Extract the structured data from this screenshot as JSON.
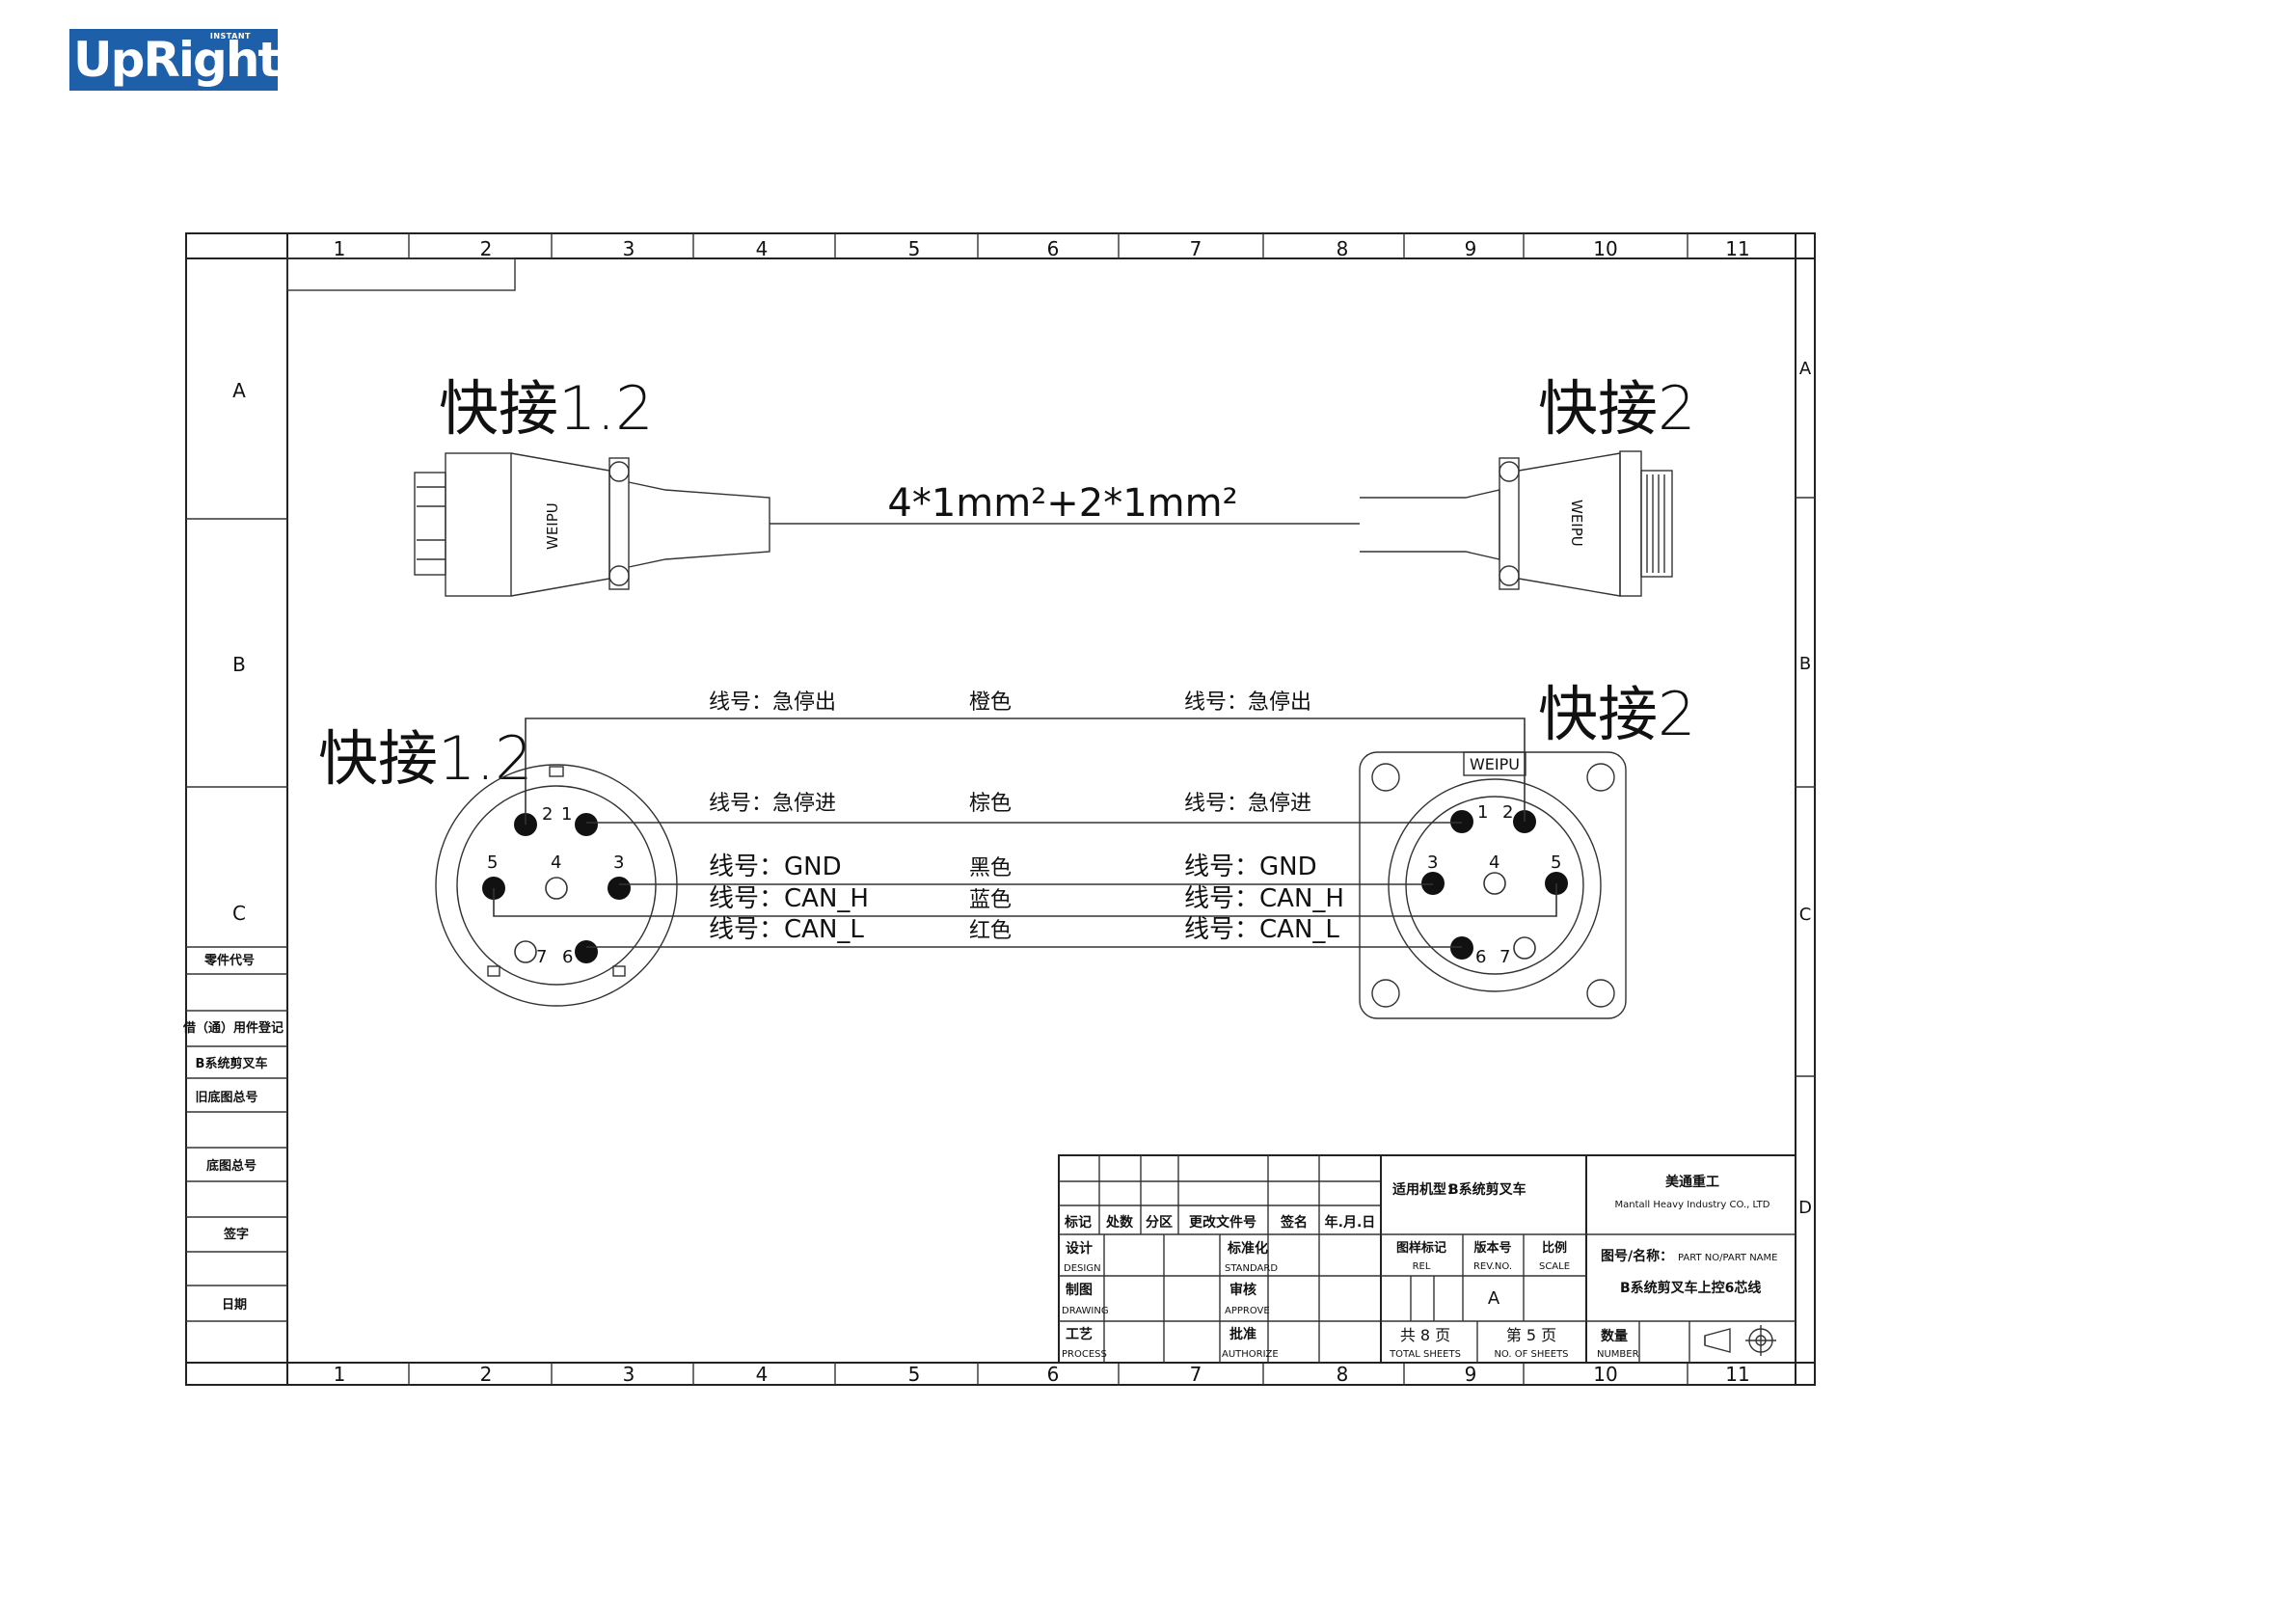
{
  "logo": {
    "brand": "UpRight",
    "superscript": "INSTANT"
  },
  "border": {
    "columns": [
      "1",
      "2",
      "3",
      "4",
      "5",
      "6",
      "7",
      "8",
      "9",
      "10",
      "11"
    ],
    "rows": [
      "A",
      "B",
      "C",
      "D"
    ]
  },
  "side_table": [
    "零件代号",
    "借（通）用件登记",
    "B系统剪叉车",
    "旧底图总号",
    "底图总号",
    "签字",
    "日期"
  ],
  "top_view": {
    "left_label": "快接1.2",
    "right_label": "快接2",
    "cable_spec": "4*1mm²+2*1mm²",
    "brand_mark": "WEIPU"
  },
  "wiring": {
    "left_label": "快接1.2",
    "right_label": "快接2",
    "brand_mark": "WEIPU",
    "left_pins": [
      "1",
      "2",
      "3",
      "4",
      "5",
      "6",
      "7"
    ],
    "right_pins": [
      "1",
      "2",
      "3",
      "4",
      "5",
      "6",
      "7"
    ],
    "wires": [
      {
        "left_name": "线号：急停出",
        "color": "橙色",
        "right_name": "线号：急停出"
      },
      {
        "left_name": "线号：急停进",
        "color": "棕色",
        "right_name": "线号：急停进"
      },
      {
        "left_name": "线号：GND",
        "color": "黑色",
        "right_name": "线号：GND"
      },
      {
        "left_name": "线号：CAN_H",
        "color": "蓝色",
        "right_name": "线号：CAN_H"
      },
      {
        "left_name": "线号：CAN_L",
        "color": "红色",
        "right_name": "线号：CAN_L"
      }
    ]
  },
  "title_block": {
    "hdr_mark": "标记",
    "hdr_count": "处数",
    "hdr_zone": "分区",
    "hdr_doc": "更改文件号",
    "hdr_sign": "签名",
    "hdr_date": "年.月.日",
    "design": "设计",
    "design_en": "DESIGN",
    "drawing": "制图",
    "drawing_en": "DRAWING",
    "process": "工艺",
    "process_en": "PROCESS",
    "standard": "标准化",
    "standard_en": "STANDARD",
    "approve": "审核",
    "approve_en": "APPROVE",
    "authorize": "批准",
    "authorize_en": "AUTHORIZE",
    "machine_label": "适用机型：",
    "machine_value": "B系统剪叉车",
    "company_cn": "美通重工",
    "company_en": "Mantall Heavy Industry CO., LTD",
    "rel_label": "图样标记",
    "rel_en": "REL",
    "rev_label": "版本号",
    "rev_en": "REV.NO.",
    "scale_label": "比例",
    "scale_en": "SCALE",
    "rev_value": "A",
    "part_label": "图号/名称：",
    "part_label_en": "PART NO/PART NAME",
    "part_name": "B系统剪叉车上控6芯线",
    "total_sheets": "共 8 页",
    "total_sheets_en": "TOTAL SHEETS",
    "sheet_no": "第 5 页",
    "sheet_no_en": "NO. OF SHEETS",
    "number_label": "数量",
    "number_en": "NUMBER"
  }
}
